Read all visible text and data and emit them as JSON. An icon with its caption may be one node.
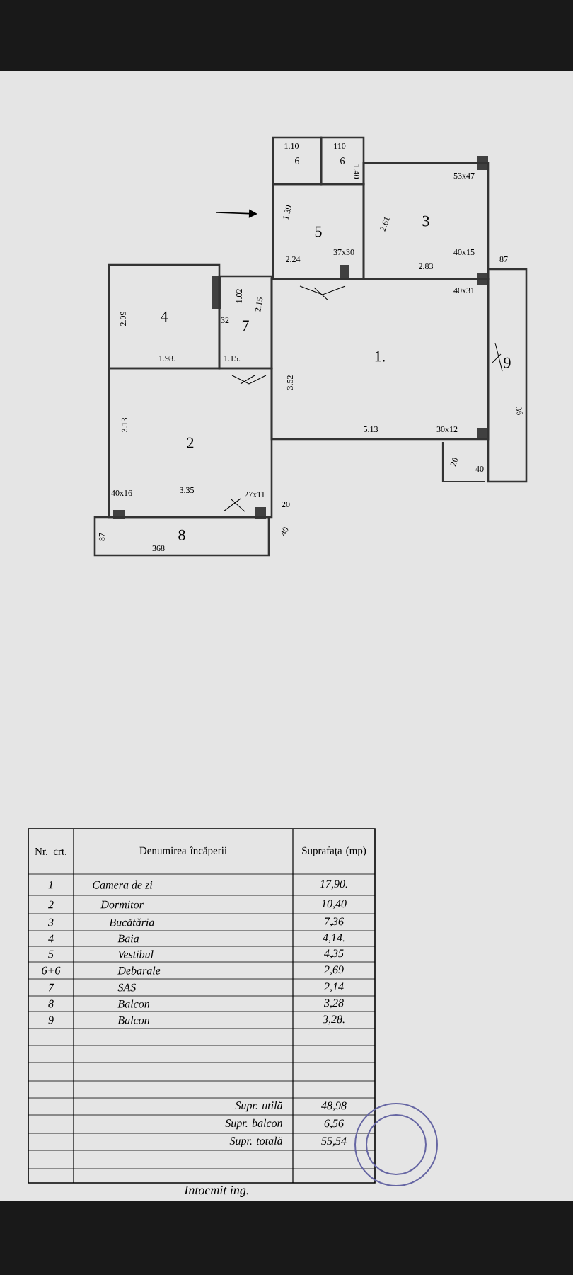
{
  "diagram": {
    "nodes": [
      {
        "text": [
          "1."
        ]
      },
      {
        "text": [
          "2"
        ]
      },
      {
        "text": [
          "3"
        ]
      },
      {
        "text": [
          "4"
        ]
      },
      {
        "text": [
          "5"
        ]
      },
      {
        "text": [
          "6"
        ]
      },
      {
        "text": [
          "6"
        ]
      },
      {
        "text": [
          "7"
        ]
      },
      {
        "text": [
          "8"
        ]
      },
      {
        "text": [
          "9"
        ]
      }
    ],
    "labels": [
      "1.10",
      "110",
      "1.40",
      "1.39",
      "2.24",
      "37x30",
      "2.61",
      "53x47",
      "40x15",
      "2.83",
      "40x31",
      "87",
      "2.09",
      "1.02",
      "2.15",
      "32",
      "1.98.",
      "1.15.",
      "3.52",
      "3.13",
      "5.13",
      "30x12",
      "20",
      "40",
      "36",
      "40x16",
      "3.35",
      "27x11",
      "20",
      "40",
      "87",
      "368",
      "Nr. crt.",
      "Denumirea încăperii",
      "Suprafața (mp)",
      "1",
      "Camera de zi",
      "17,90.",
      "2",
      "Dormitor",
      "10,40",
      "3",
      "Bucătăria",
      "7,36",
      "4",
      "Baia",
      "4,14.",
      "5",
      "Vestibul",
      "4,35",
      "6+6",
      "Debarale",
      "2,69",
      "7",
      "SAS",
      "2,14",
      "8",
      "Balcon",
      "3,28",
      "9",
      "Balcon",
      "3,28.",
      "Supr. utilă",
      "48,98",
      "Supr. balcon",
      "6,56",
      "Supr. totală",
      "55,54",
      "Intocmit ing."
    ]
  }
}
